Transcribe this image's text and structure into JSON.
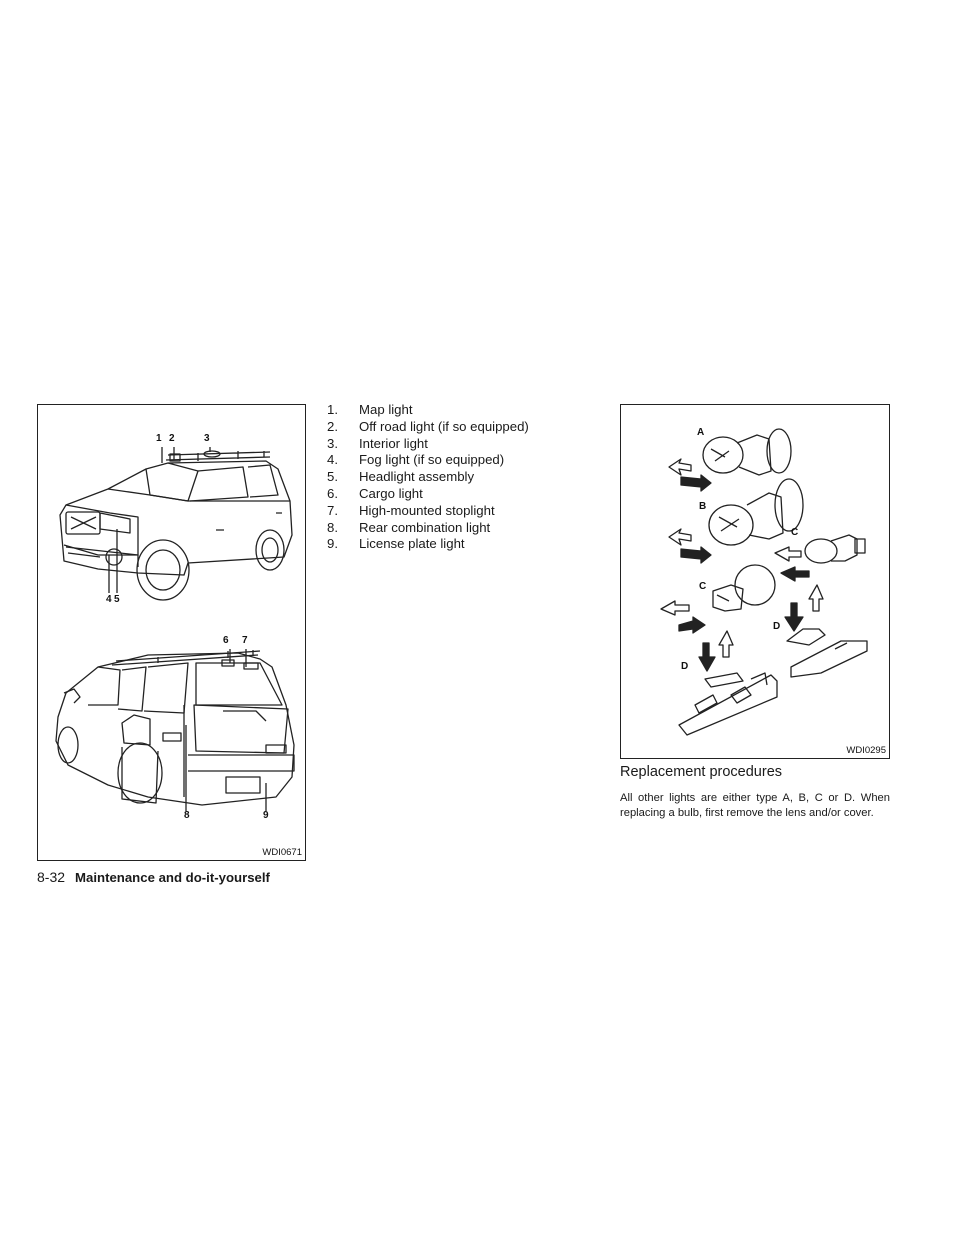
{
  "figures": {
    "left": {
      "code": "WDI0671",
      "callouts": [
        "1",
        "2",
        "3",
        "4",
        "5",
        "6",
        "7",
        "8",
        "9"
      ]
    },
    "right": {
      "code": "WDI0295",
      "bulb_labels": [
        "A",
        "B",
        "C",
        "C",
        "D",
        "D"
      ]
    }
  },
  "legend": {
    "items": [
      {
        "num": "1.",
        "label": "Map light"
      },
      {
        "num": "2.",
        "label": "Off road light (if so equipped)"
      },
      {
        "num": "3.",
        "label": "Interior light"
      },
      {
        "num": "4.",
        "label": "Fog light (if so equipped)"
      },
      {
        "num": "5.",
        "label": "Headlight assembly"
      },
      {
        "num": "6.",
        "label": "Cargo light"
      },
      {
        "num": "7.",
        "label": "High-mounted stoplight"
      },
      {
        "num": "8.",
        "label": "Rear combination light"
      },
      {
        "num": "9.",
        "label": "License plate light"
      }
    ]
  },
  "procedures": {
    "title": "Replacement procedures",
    "body": "All other lights are either type A, B, C or D. When replacing a bulb, first remove the lens and/or cover."
  },
  "footer": {
    "page_number": "8-32",
    "section_title": "Maintenance and do-it-yourself"
  }
}
